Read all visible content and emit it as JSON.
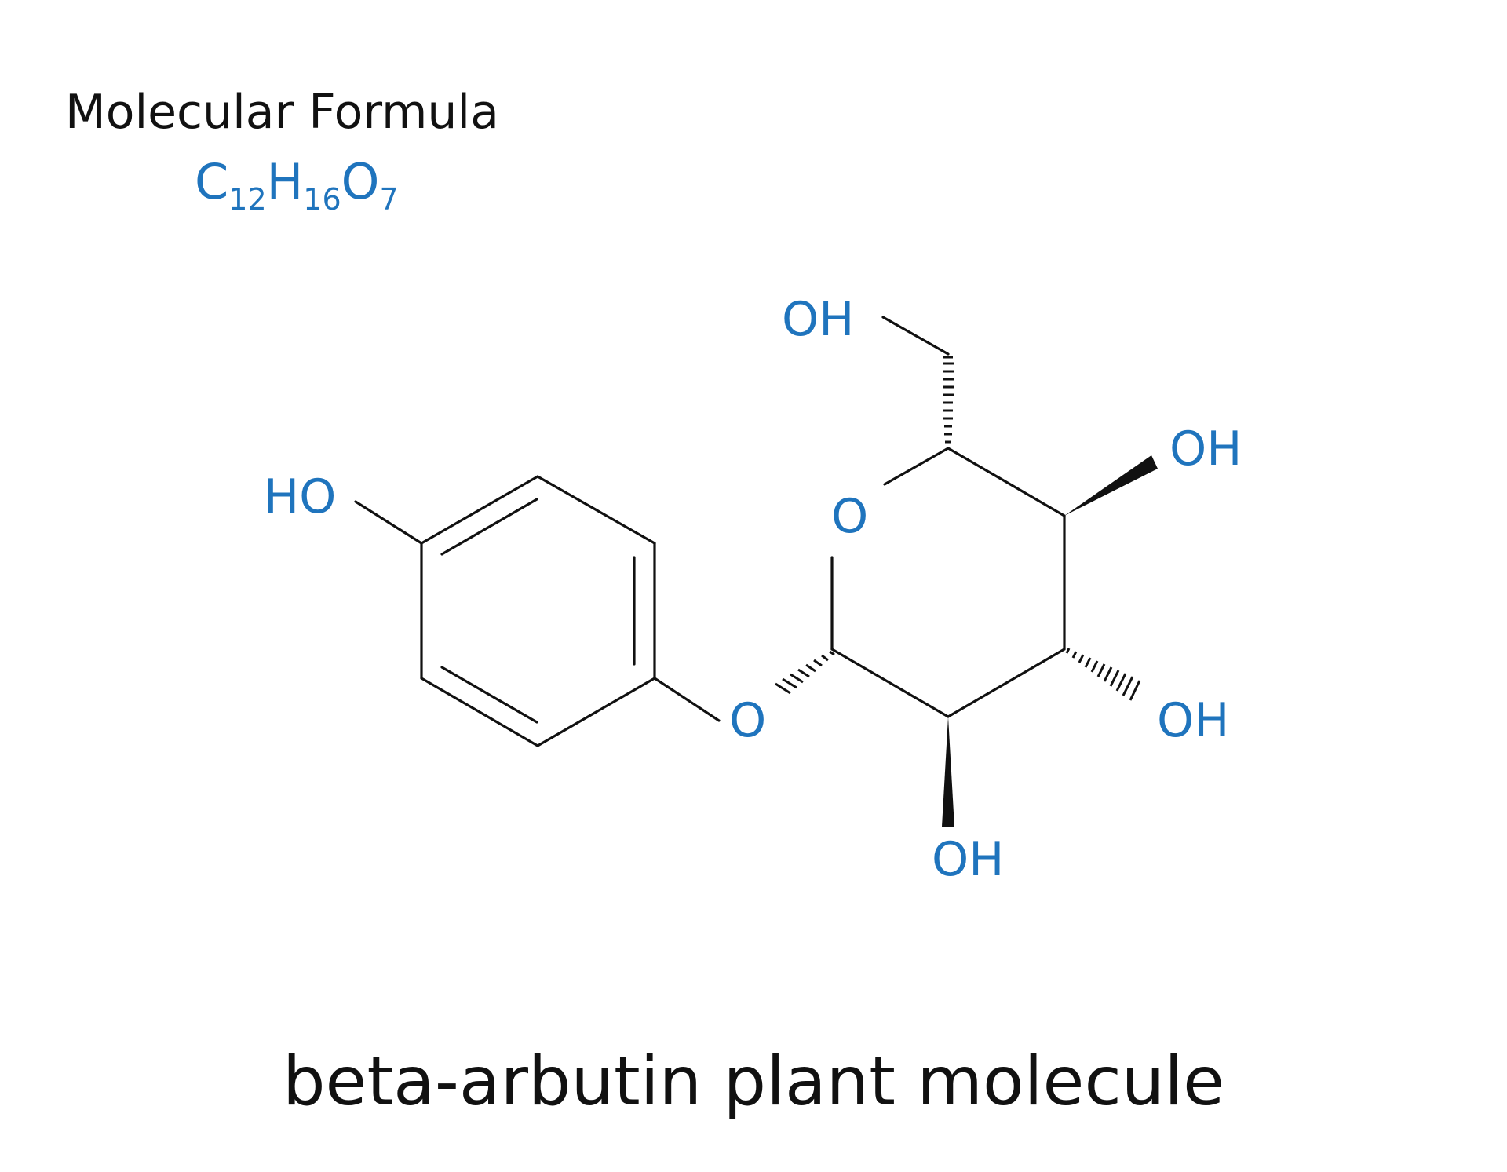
{
  "header": {
    "label": "Molecular Formula",
    "formula": {
      "c": "C",
      "c_sub": "12",
      "h": "H",
      "h_sub": "16",
      "o": "O",
      "o_sub": "7"
    }
  },
  "atoms": {
    "phenol_ho": "HO",
    "ring_o": "O",
    "ether_o": "O",
    "ch2_oh": "OH",
    "c4_oh": "OH",
    "c3_oh": "OH",
    "c2_oh": "OH"
  },
  "caption": "beta-arbutin plant molecule",
  "colors": {
    "heteroatom": "#1f74bd",
    "bond": "#111111",
    "text": "#111111"
  }
}
